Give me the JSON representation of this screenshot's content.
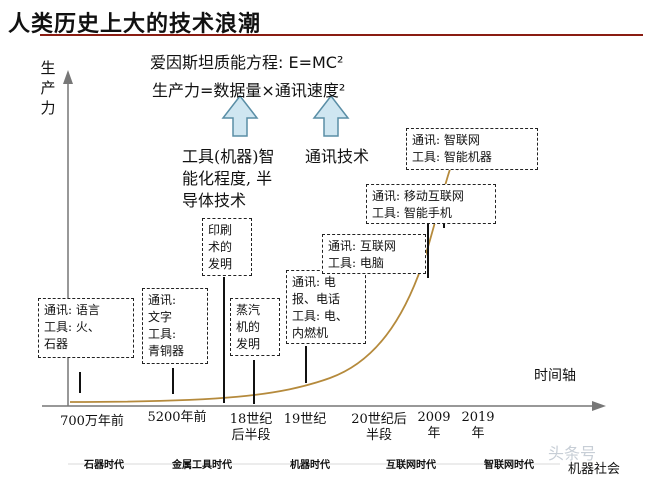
{
  "title": "人类历史上大的技术浪潮",
  "formulas": {
    "einstein": "爱因斯坦质能方程:  E=MC²",
    "production": "生产力=数据量×通讯速度²"
  },
  "axes": {
    "y_label": [
      "生",
      "产",
      "力"
    ],
    "x_label": "时间轴"
  },
  "annotations": {
    "tools": "工具(机器)智\n能化程度, 半\n导体技术",
    "comm": "通讯技术"
  },
  "boxes": [
    {
      "id": "stone",
      "text": "通讯:  语言\n工具: 火、\n石器"
    },
    {
      "id": "bronze",
      "text": "通讯:\n文字\n工具:\n青铜器"
    },
    {
      "id": "printing",
      "text": "印刷\n术的\n发明"
    },
    {
      "id": "steam",
      "text": "蒸汽\n机的\n发明"
    },
    {
      "id": "telegraph",
      "text": "通讯: 电\n报、电话\n工具: 电、\n内燃机"
    },
    {
      "id": "internet",
      "text": "通讯:  互联网\n工具:  电脑"
    },
    {
      "id": "mobile",
      "text": "通讯:  移动互联网\n工具:  智能手机"
    },
    {
      "id": "smart",
      "text": "通讯:  智联网\n工具:  智能机器"
    }
  ],
  "ticks": [
    "700万年前",
    "5200年前",
    "18世纪\n后半段",
    "19世纪",
    "20世纪后\n半段",
    "2009\n年",
    "2019\n年"
  ],
  "eras": [
    "石器时代",
    "金属工具时代",
    "机器时代",
    "互联网时代",
    "智联网时代",
    "机器社会"
  ],
  "watermark": "头条号",
  "colors": {
    "title_rule": "#8a1c12",
    "curve": "#b58a3c",
    "arrow_fill": "#cfe6f1",
    "arrow_stroke": "#5a8ea6"
  }
}
